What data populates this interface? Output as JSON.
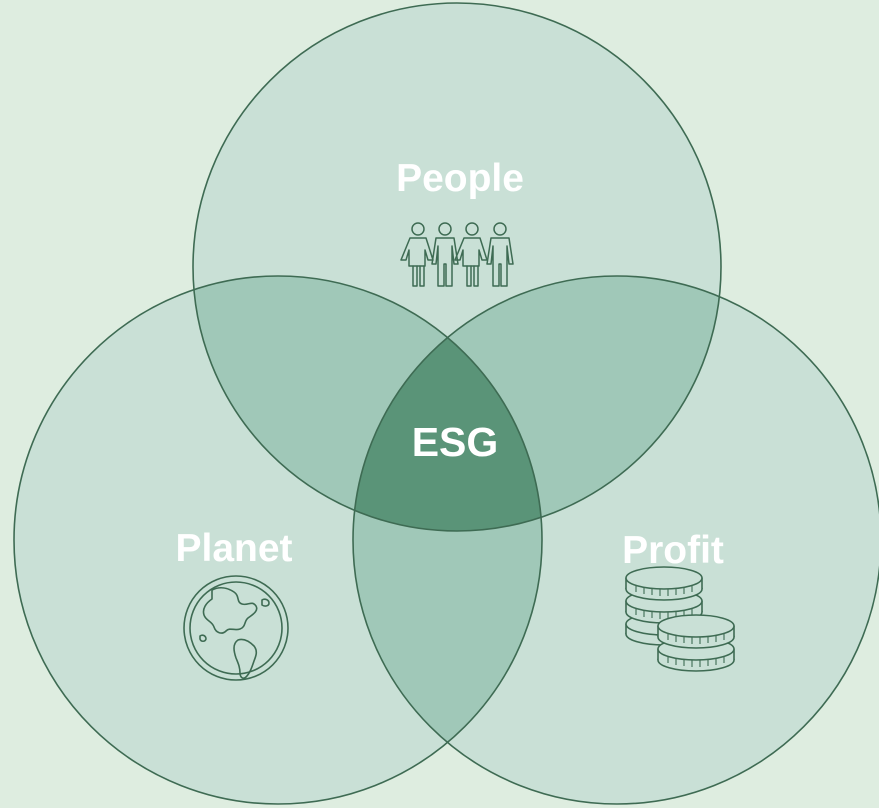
{
  "labels": {
    "top": "People",
    "left": "Planet",
    "right": "Profit",
    "center": "ESG"
  },
  "icons": {
    "top": "people-group-icon",
    "left": "globe-icon",
    "right": "coins-icon"
  },
  "colors": {
    "background": "#deede0",
    "single_region": "#c9e0d6",
    "double_overlap": "#a0c8b8",
    "triple_overlap": "#5a9478",
    "outline": "#3e6b53",
    "label_text": "#ffffff"
  }
}
